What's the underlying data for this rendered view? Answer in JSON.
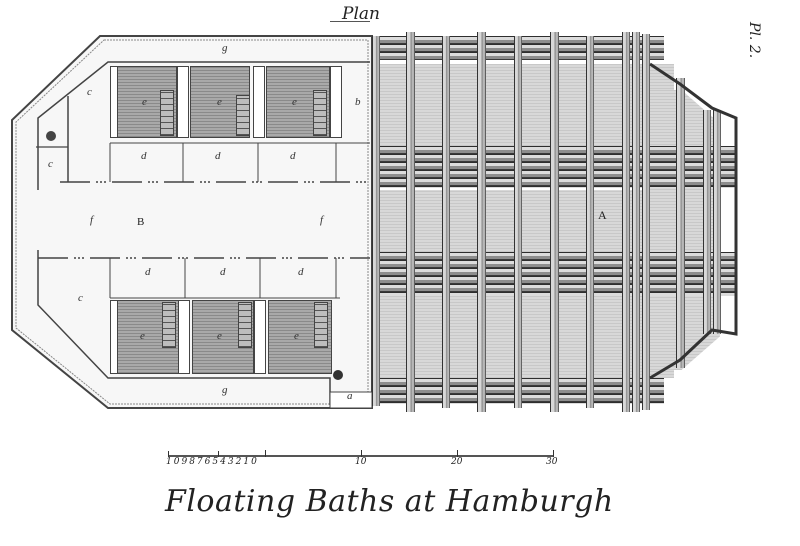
{
  "plate": {
    "plan_label": "Plan",
    "plate_number": "Pl. 2.",
    "title": "Floating Baths at Hamburgh"
  },
  "scale_bar": {
    "small_ticks": [
      "10",
      "9",
      "8",
      "7",
      "6",
      "5",
      "4",
      "3",
      "2",
      "1",
      "0"
    ],
    "major_ticks": [
      "10",
      "20",
      "30"
    ]
  },
  "plan": {
    "section_labels": {
      "raft": "A",
      "house": "B"
    },
    "room_labels": {
      "corridor_top": "g",
      "corridor_bottom": "g",
      "corner_room": "b",
      "entry": "a",
      "closet_top_left": "c",
      "closet_upper": "c",
      "closet_lower": "c",
      "hall_left": "f",
      "hall_right": "f",
      "dressing_top": [
        "d",
        "d",
        "d"
      ],
      "dressing_bottom": [
        "d",
        "d",
        "d"
      ],
      "baths_top": [
        "e",
        "e",
        "e"
      ],
      "baths_bottom": [
        "e",
        "e",
        "e"
      ]
    }
  },
  "colors": {
    "ink": "#333333",
    "bath_fill": "#9a9a9a",
    "raft_fill": "#cfcfcf",
    "paper": "#ffffff"
  }
}
